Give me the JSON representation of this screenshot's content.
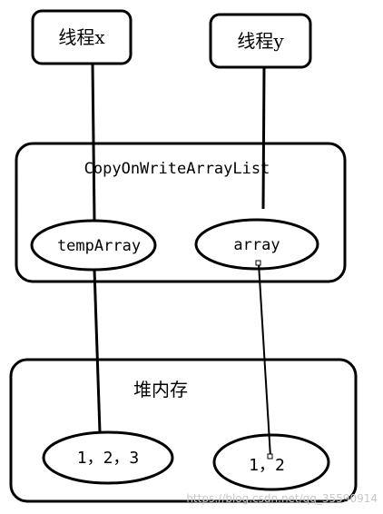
{
  "threads": {
    "x_label": "线程x",
    "y_label": "线程y"
  },
  "list": {
    "title": "CopyOnWriteArrayList",
    "temp_label": "tempArray",
    "array_label": "array"
  },
  "heap": {
    "title": "堆内存",
    "old_array": "1，2，3",
    "new_array": "1，2"
  },
  "watermark": "https://blog.csdn.net/qq_35590914",
  "colors": {
    "stroke": "#000000",
    "background": "#ffffff",
    "watermark": "#c8c8c8"
  }
}
